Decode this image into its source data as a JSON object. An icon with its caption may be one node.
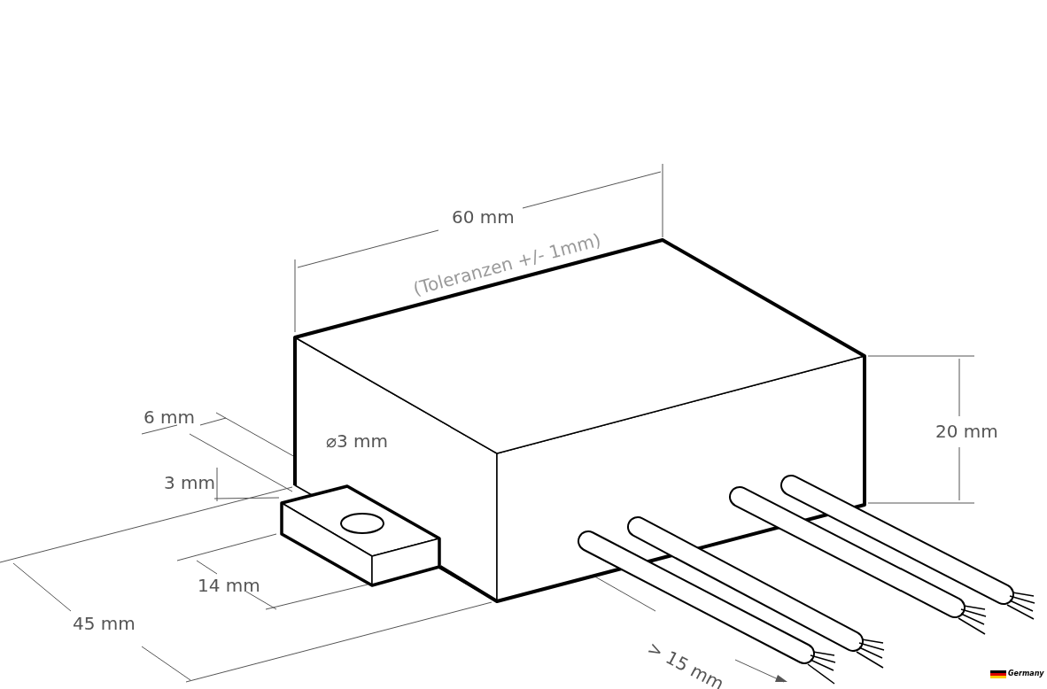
{
  "diagram": {
    "labels": [
      "60 mm",
      "(Toleranzen +/- 1mm)",
      "6 mm",
      "⌀3 mm",
      "20 mm",
      "3 mm",
      "14 mm",
      "45 mm",
      "> 15 mm",
      "Germany"
    ]
  }
}
